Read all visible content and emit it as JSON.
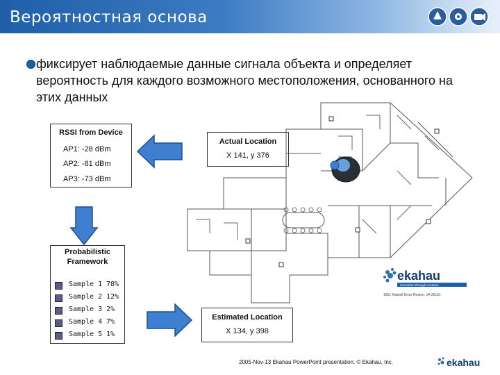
{
  "header": {
    "title": "Вероятностная основа"
  },
  "bullet": {
    "text": "фиксирует наблюдаемые данные сигнала объекта  и определяет вероятность для каждого возможного местоположения, основанного на этих данных"
  },
  "rssi_box": {
    "title": "RSSI from Device",
    "lines": [
      "AP1: -28 dBm",
      "AP2: -81 dBm",
      "AP3: -73 dBm"
    ]
  },
  "actual_location": {
    "title": "Actual Location",
    "coords": "X 141, y 376"
  },
  "estimated_location": {
    "title": "Estimated Location",
    "coords": "X 134, y 398"
  },
  "probabilistic_framework": {
    "title_line1": "Probabilistic",
    "title_line2": "Framework",
    "samples": [
      {
        "name": "Sample 1",
        "pct": "78%"
      },
      {
        "name": "Sample 2",
        "pct": "12%"
      },
      {
        "name": "Sample 3",
        "pct": "2%"
      },
      {
        "name": "Sample 4",
        "pct": "7%"
      },
      {
        "name": "Sample 5",
        "pct": "1%"
      }
    ]
  },
  "brand": {
    "name": "ekahau",
    "tagline": "Innovation through Location",
    "address": "1951 Kidwell Drive Reston, VA 20191"
  },
  "footer": {
    "text": "2005-Nov-13 Ekahau PowerPoint presentation. © Ekahau, Inc.",
    "logo_text": "ekahau"
  },
  "colors": {
    "title_bar": "#1f5fa8",
    "arrow": "#3f7fd0",
    "sample_square": "#5a5a8c",
    "brand_blue": "#1f5fa8"
  }
}
